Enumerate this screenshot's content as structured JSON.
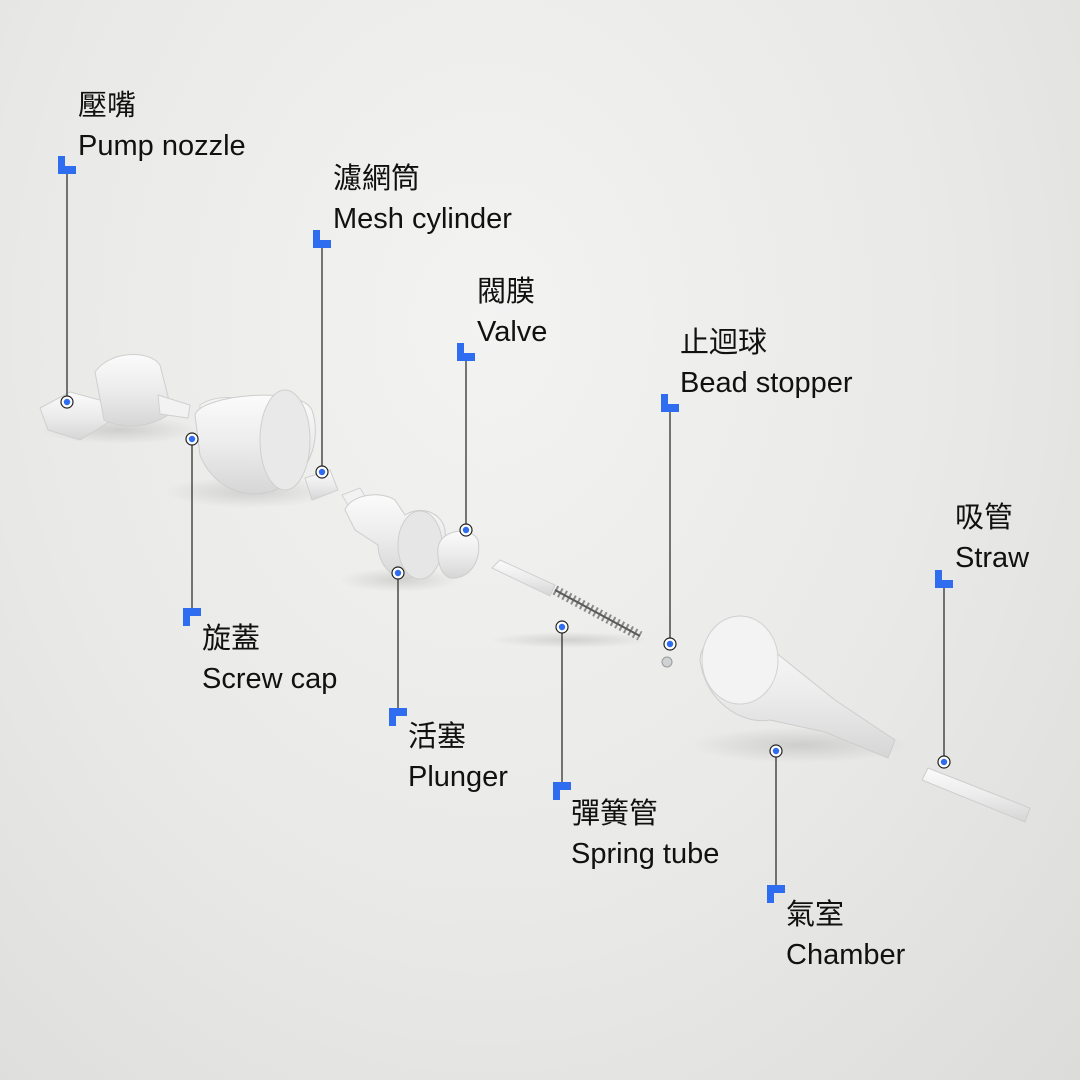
{
  "accent_color": "#2f6df0",
  "callouts": [
    {
      "id": "pump-nozzle",
      "zh": "壓嘴",
      "en": "Pump nozzle"
    },
    {
      "id": "mesh-cylinder",
      "zh": "濾網筒",
      "en": "Mesh cylinder"
    },
    {
      "id": "valve",
      "zh": "閥膜",
      "en": "Valve"
    },
    {
      "id": "bead-stopper",
      "zh": "止迴球",
      "en": "Bead stopper"
    },
    {
      "id": "straw",
      "zh": "吸管",
      "en": "Straw"
    },
    {
      "id": "screw-cap",
      "zh": "旋蓋",
      "en": "Screw cap"
    },
    {
      "id": "plunger",
      "zh": "活塞",
      "en": "Plunger"
    },
    {
      "id": "spring-tube",
      "zh": "彈簧管",
      "en": "Spring tube"
    },
    {
      "id": "chamber",
      "zh": "氣室",
      "en": "Chamber"
    }
  ]
}
